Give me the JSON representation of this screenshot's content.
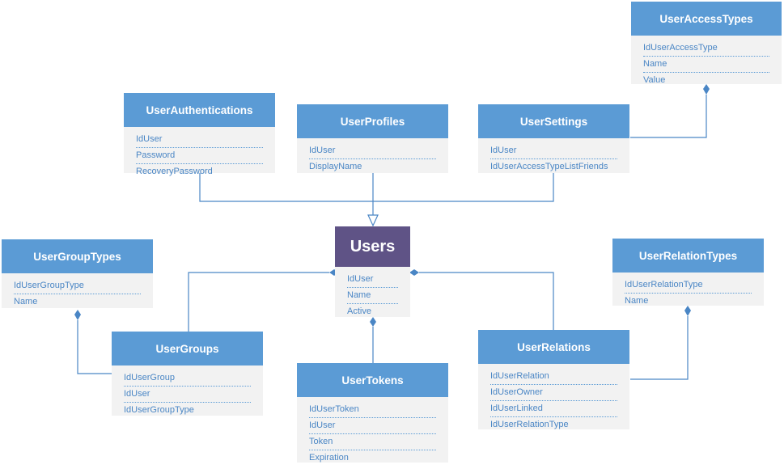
{
  "entities": {
    "user_access_types": {
      "title": "UserAccessTypes",
      "fields": [
        "IdUserAccessType",
        "Name",
        "Value"
      ]
    },
    "user_authentications": {
      "title": "UserAuthentications",
      "fields": [
        "IdUser",
        "Password",
        "RecoveryPassword"
      ]
    },
    "user_profiles": {
      "title": "UserProfiles",
      "fields": [
        "IdUser",
        "DisplayName"
      ]
    },
    "user_settings": {
      "title": "UserSettings",
      "fields": [
        "IdUser",
        "IdUserAccessTypeListFriends"
      ]
    },
    "users": {
      "title": "Users",
      "fields": [
        "IdUser",
        "Name",
        "Active"
      ]
    },
    "user_group_types": {
      "title": "UserGroupTypes",
      "fields": [
        "IdUserGroupType",
        "Name"
      ]
    },
    "user_groups": {
      "title": "UserGroups",
      "fields": [
        "IdUserGroup",
        "IdUser",
        "IdUserGroupType"
      ]
    },
    "user_tokens": {
      "title": "UserTokens",
      "fields": [
        "IdUserToken",
        "IdUser",
        "Token",
        "Expiration"
      ]
    },
    "user_relations": {
      "title": "UserRelations",
      "fields": [
        "IdUserRelation",
        "IdUserOwner",
        "IdUserLinked",
        "IdUserRelationType"
      ]
    },
    "user_relation_types": {
      "title": "UserRelationTypes",
      "fields": [
        "IdUserRelationType",
        "Name"
      ]
    }
  },
  "colors": {
    "header": "#5b9bd5",
    "main_header": "#5f5386",
    "field_text": "#4a86c5",
    "body": "#f2f2f2",
    "connector": "#4a86c5"
  }
}
